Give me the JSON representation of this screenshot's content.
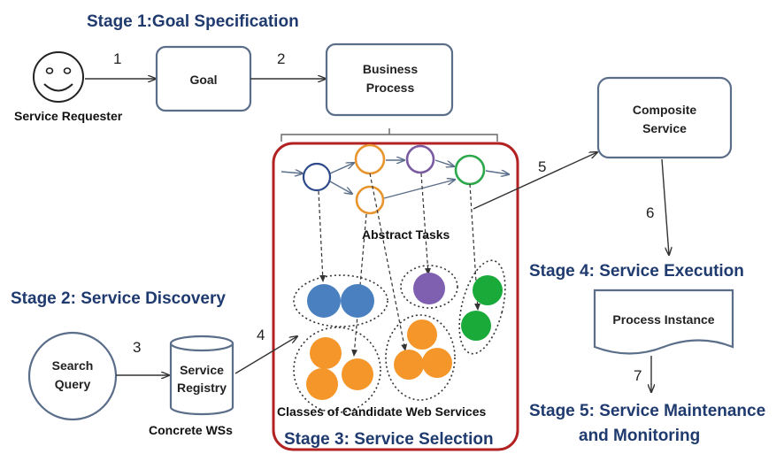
{
  "stages": {
    "stage1": "Stage 1:Goal Specification",
    "stage2": "Stage 2: Service Discovery",
    "stage3": "Stage 3: Service Selection",
    "stage4": "Stage 4: Service Execution",
    "stage5_line1": "Stage 5: Service Maintenance",
    "stage5_line2": "and Monitoring"
  },
  "nodes": {
    "service_requester": "Service Requester",
    "goal": "Goal",
    "business_process_line1": "Business",
    "business_process_line2": "Process",
    "composite_service_line1": "Composite",
    "composite_service_line2": "Service",
    "search_query_line1": "Search",
    "search_query_line2": "Query",
    "service_registry_line1": "Service",
    "service_registry_line2": "Registry",
    "concrete_ws": "Concrete WSs",
    "process_instance": "Process Instance",
    "abstract_tasks": "Abstract Tasks",
    "candidate_classes": "Classes of Candidate Web Services"
  },
  "step_numbers": {
    "s1": "1",
    "s2": "2",
    "s3": "3",
    "s4": "4",
    "s5": "5",
    "s6": "6",
    "s7": "7"
  },
  "colors": {
    "title": "#1f3a6e",
    "box_stroke": "#5a6e8a",
    "selection_border": "#b22222",
    "task_navy": "#2e4a8a",
    "task_orange": "#e8952e",
    "task_purple": "#7a5aa0",
    "task_green": "#2aa84a",
    "blue": "#4a7fc0",
    "purple": "#7e5fb0",
    "green": "#1aaa3a",
    "orange": "#f5962a"
  }
}
